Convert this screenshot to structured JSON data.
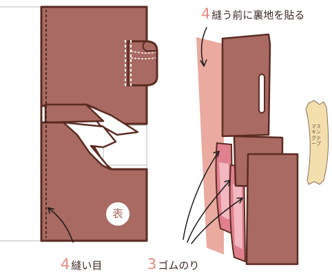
{
  "labels": {
    "top_right": {
      "number": "4",
      "text": "縫う前に裏地を貼る"
    },
    "bottom_left": {
      "number": "4",
      "text": "縫い目"
    },
    "bottom_center": {
      "number": "3",
      "text": "ゴムのり"
    },
    "badge": "表",
    "tape": "マスキングテープ"
  },
  "colors": {
    "fabric": "#a86a62",
    "outline": "#5a2b22",
    "lining": "#eaaaa0",
    "glue_pink": "#e0808e",
    "glue_light": "#f2b8c0",
    "tape": "#f3dfae",
    "guide_line": "#b8b8b8"
  }
}
